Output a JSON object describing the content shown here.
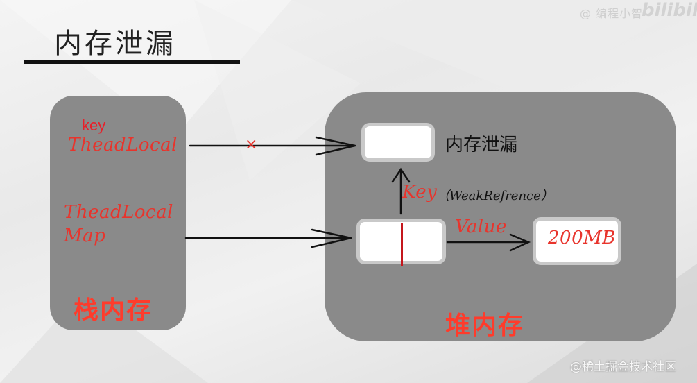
{
  "title": "内存泄漏",
  "watermarks": {
    "top_author": "@ 编程小智",
    "brand": "bilibili",
    "bottom": "@稀土掘金技术社区"
  },
  "stack": {
    "key_label": "key",
    "threadlocal_label": "TheadLocal",
    "map_line1": "TheadLocal",
    "map_line2": "Map",
    "panel_label": "栈内存"
  },
  "heap": {
    "leak_label": "内存泄漏",
    "key_label": "Key",
    "weak_label": "（WeakRefrence）",
    "value_label": "Value",
    "value_size": "200MB",
    "panel_label": "堆内存"
  },
  "arrows": {
    "broken_mark": "×"
  },
  "colors": {
    "panel": "#8a8a8a",
    "accent_red": "#e8342c",
    "box_border": "#c9c9c9"
  }
}
